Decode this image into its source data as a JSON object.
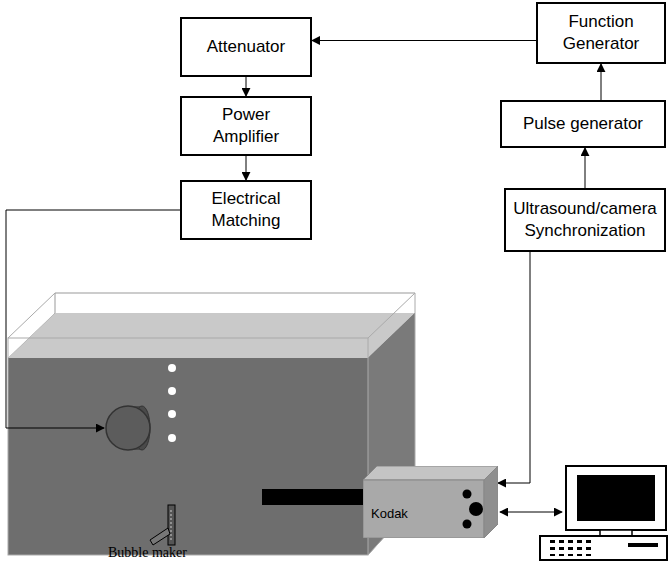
{
  "diagram": {
    "nodes": [
      {
        "text": [
          "Attenuator"
        ]
      },
      {
        "text": [
          "Function Generator"
        ]
      },
      {
        "text": [
          "Power Amplifier"
        ]
      },
      {
        "text": [
          "Pulse generator"
        ]
      },
      {
        "text": [
          "Electrical Matching"
        ]
      },
      {
        "text": [
          "Ultrasound/camera Synchronization"
        ]
      },
      {
        "text": [
          "Kodak"
        ]
      }
    ],
    "edges": [
      {
        "from": 1,
        "to": 0,
        "arrow": "to"
      },
      {
        "from": 0,
        "to": 2,
        "arrow": "to"
      },
      {
        "from": 2,
        "to": 4,
        "arrow": "to"
      },
      {
        "from": 5,
        "to": 3,
        "arrow": "to"
      },
      {
        "from": 3,
        "to": 1,
        "arrow": "to"
      },
      {
        "from": 5,
        "to": 6,
        "arrow": "to"
      }
    ],
    "labels": [
      "Bubble maker"
    ]
  }
}
